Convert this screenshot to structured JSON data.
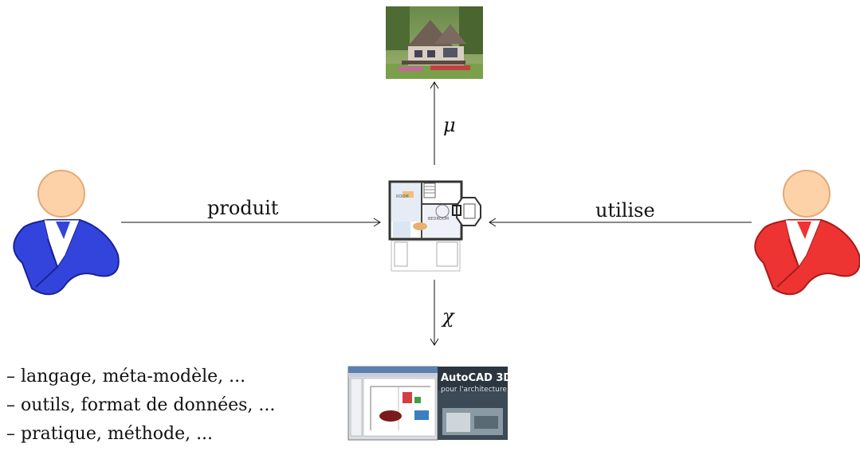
{
  "edges": {
    "produces": "produit",
    "uses": "utilise",
    "mu": "μ",
    "chi": "χ"
  },
  "aspects": [
    "– langage, méta-modèle, ...",
    "– outils, format de données, ...",
    "– pratique, méthode, ..."
  ],
  "software_box": {
    "title": "AutoCAD 3D",
    "subtitle": "pour l'architecture"
  },
  "colors": {
    "producer": "#3344dd",
    "user": "#ee3333",
    "skin": "#fdd2a8"
  },
  "icons": {
    "producer": "person-icon",
    "user": "person-icon",
    "house": "house-photo",
    "plan": "floor-plan",
    "software": "cad-software-screenshot"
  }
}
